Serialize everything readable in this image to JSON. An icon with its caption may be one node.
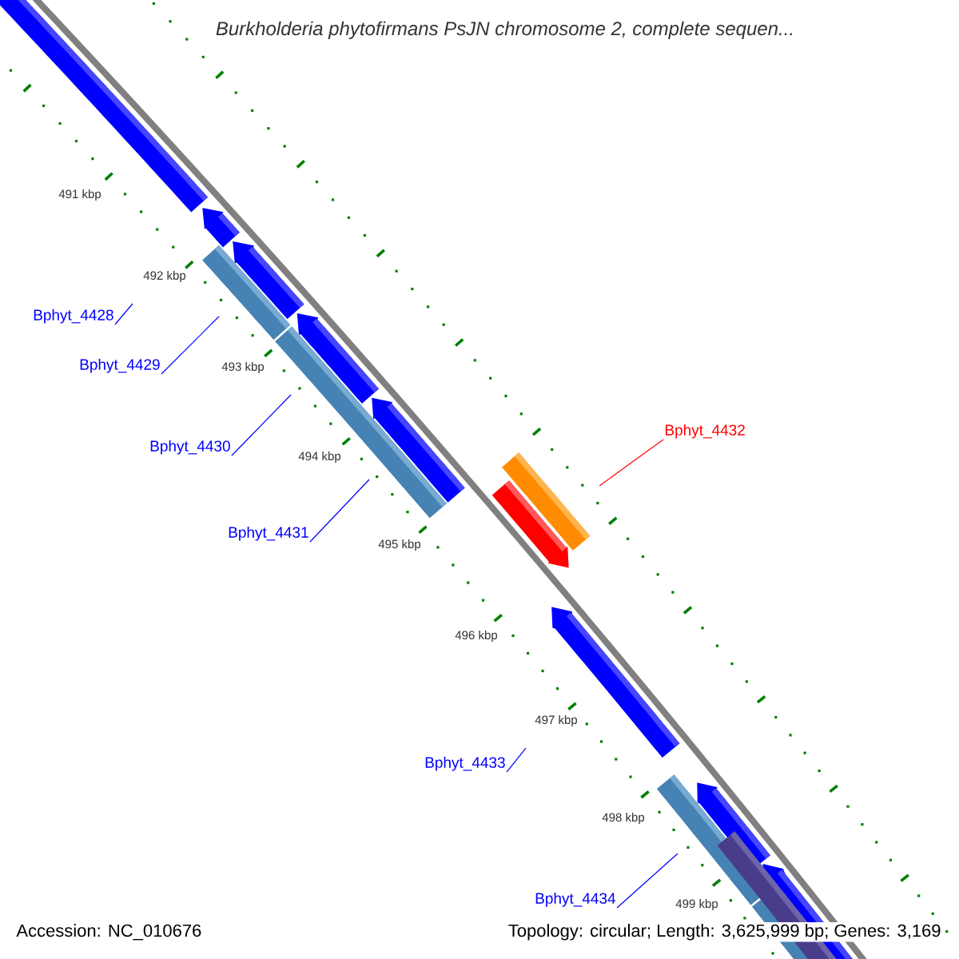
{
  "diagram": {
    "title": "Burkholderia phytofirmans PsJN chromosome 2, complete sequen...",
    "nodes": [
      {
        "text": [
          "Bphyt_4428"
        ]
      },
      {
        "text": [
          "Bphyt_4429"
        ]
      },
      {
        "text": [
          "Bphyt_4430"
        ]
      },
      {
        "text": [
          "Bphyt_4431"
        ]
      },
      {
        "text": [
          "Bphyt_4432"
        ]
      },
      {
        "text": [
          "Bphyt_4433"
        ]
      },
      {
        "text": [
          "Bphyt_4434"
        ]
      }
    ],
    "edges": [
      {
        "from": 0,
        "to": null,
        "arrow": "none"
      },
      {
        "from": 1,
        "to": null,
        "arrow": "none"
      },
      {
        "from": 2,
        "to": null,
        "arrow": "none"
      },
      {
        "from": 3,
        "to": null,
        "arrow": "none"
      },
      {
        "from": 4,
        "to": null,
        "arrow": "none",
        "color": "#ff0000"
      },
      {
        "from": 5,
        "to": null,
        "arrow": "none"
      },
      {
        "from": 6,
        "to": null,
        "arrow": "none"
      }
    ],
    "labels": [
      "491 kbp",
      "492 kbp",
      "493 kbp",
      "494 kbp",
      "495 kbp",
      "496 kbp",
      "497 kbp",
      "498 kbp",
      "499 kbp",
      "Accession: NC_010676",
      "Topology: circular; Length: 3,625,999 bp; Genes: 3,169"
    ]
  }
}
